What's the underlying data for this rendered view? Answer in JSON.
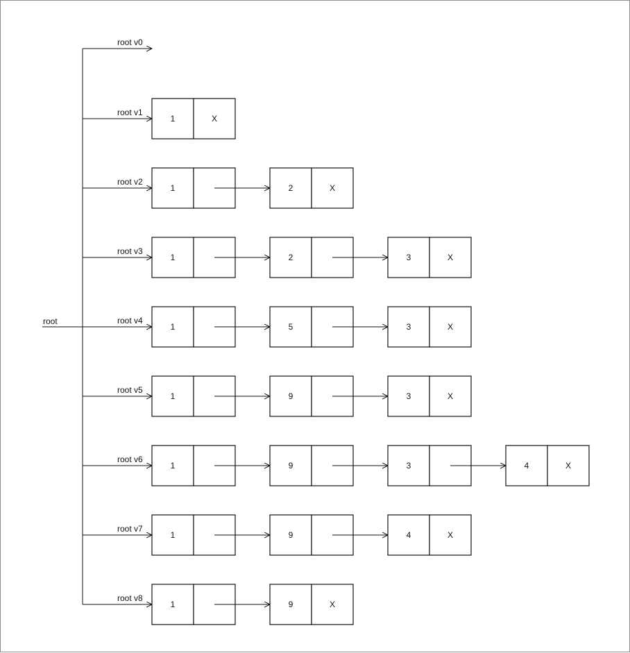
{
  "root_label": "root",
  "null_marker": "X",
  "versions": [
    {
      "label": "root v0",
      "nodes": []
    },
    {
      "label": "root v1",
      "nodes": [
        "1"
      ]
    },
    {
      "label": "root v2",
      "nodes": [
        "1",
        "2"
      ]
    },
    {
      "label": "root v3",
      "nodes": [
        "1",
        "2",
        "3"
      ]
    },
    {
      "label": "root v4",
      "nodes": [
        "1",
        "5",
        "3"
      ]
    },
    {
      "label": "root v5",
      "nodes": [
        "1",
        "9",
        "3"
      ]
    },
    {
      "label": "root v6",
      "nodes": [
        "1",
        "9",
        "3",
        "4"
      ]
    },
    {
      "label": "root v7",
      "nodes": [
        "1",
        "9",
        "4"
      ]
    },
    {
      "label": "root v8",
      "nodes": [
        "1",
        "9"
      ]
    }
  ]
}
